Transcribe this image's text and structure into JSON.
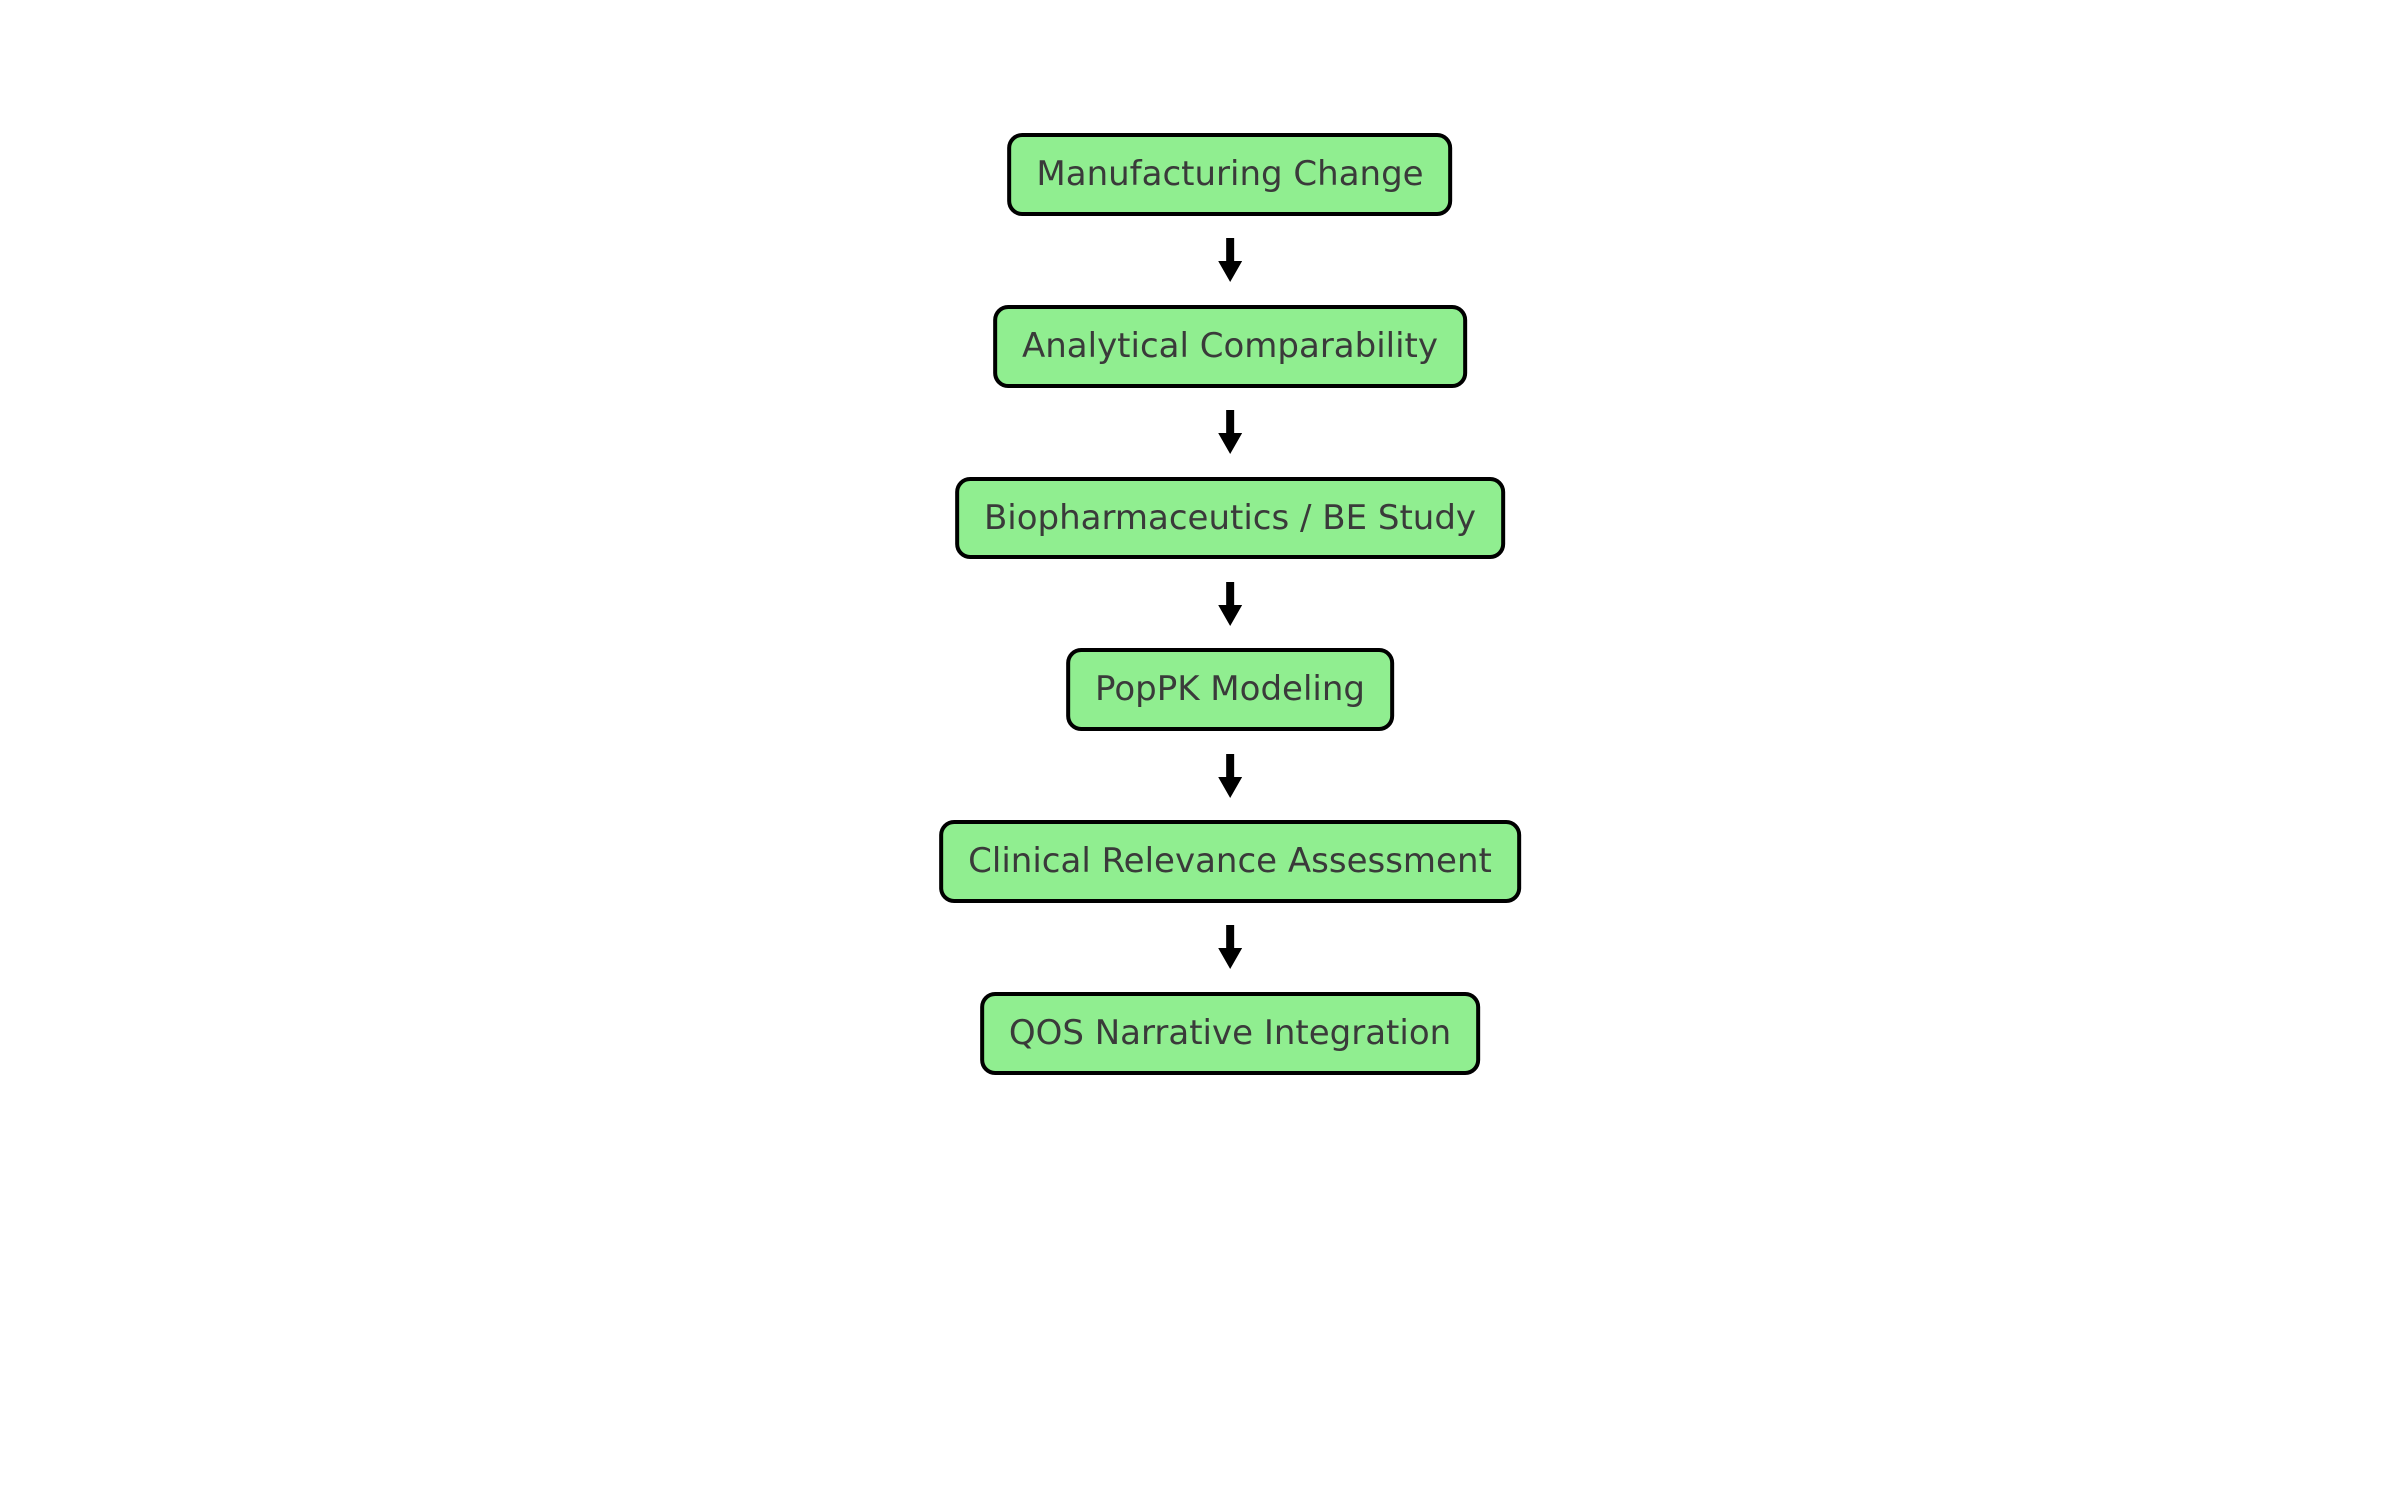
{
  "canvas": {
    "background": "#ffffff"
  },
  "flowchart": {
    "direction": "top-down",
    "node_fill": "#90ee90",
    "node_border": "#000000",
    "node_text_color": "#3a3a3a",
    "arrow_color": "#000000",
    "steps": [
      {
        "label": "Manufacturing Change"
      },
      {
        "label": "Analytical Comparability"
      },
      {
        "label": "Biopharmaceutics / BE Study"
      },
      {
        "label": "PopPK Modeling"
      },
      {
        "label": "Clinical Relevance Assessment"
      },
      {
        "label": "QOS Narrative Integration"
      }
    ]
  }
}
